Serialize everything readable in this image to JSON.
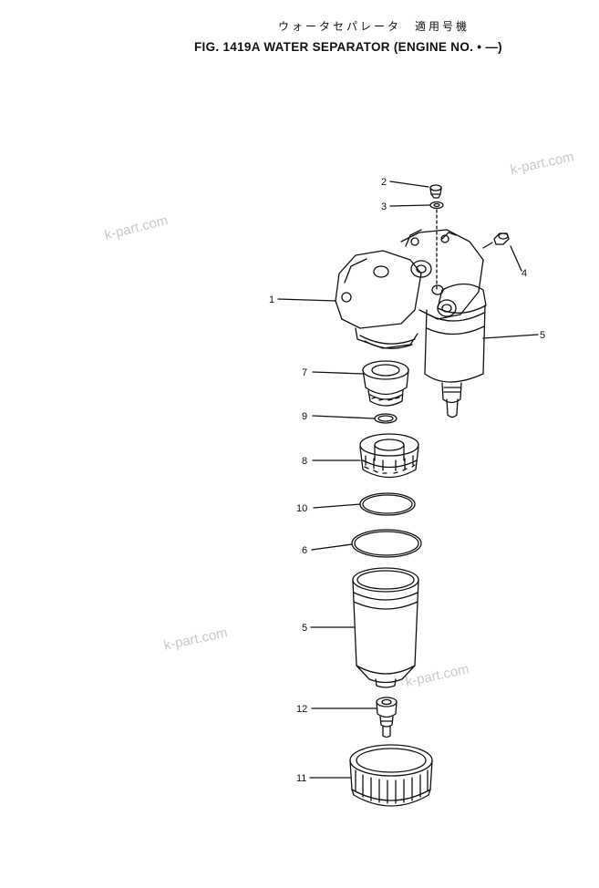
{
  "header": {
    "title_jp": "ウォータセパレータ　適用号機",
    "title_en": "FIG. 1419A  WATER  SEPARATOR  (ENGINE  NO.     •     —)"
  },
  "watermarks": [
    "k-part.com",
    "k-part.com",
    "k-part.com",
    "k-part.com"
  ],
  "callouts": [
    "1",
    "2",
    "3",
    "4",
    "5",
    "5",
    "6",
    "7",
    "8",
    "9",
    "10",
    "11",
    "12"
  ],
  "colors": {
    "ink": "#111111",
    "watermark": "#c9c9c9"
  }
}
